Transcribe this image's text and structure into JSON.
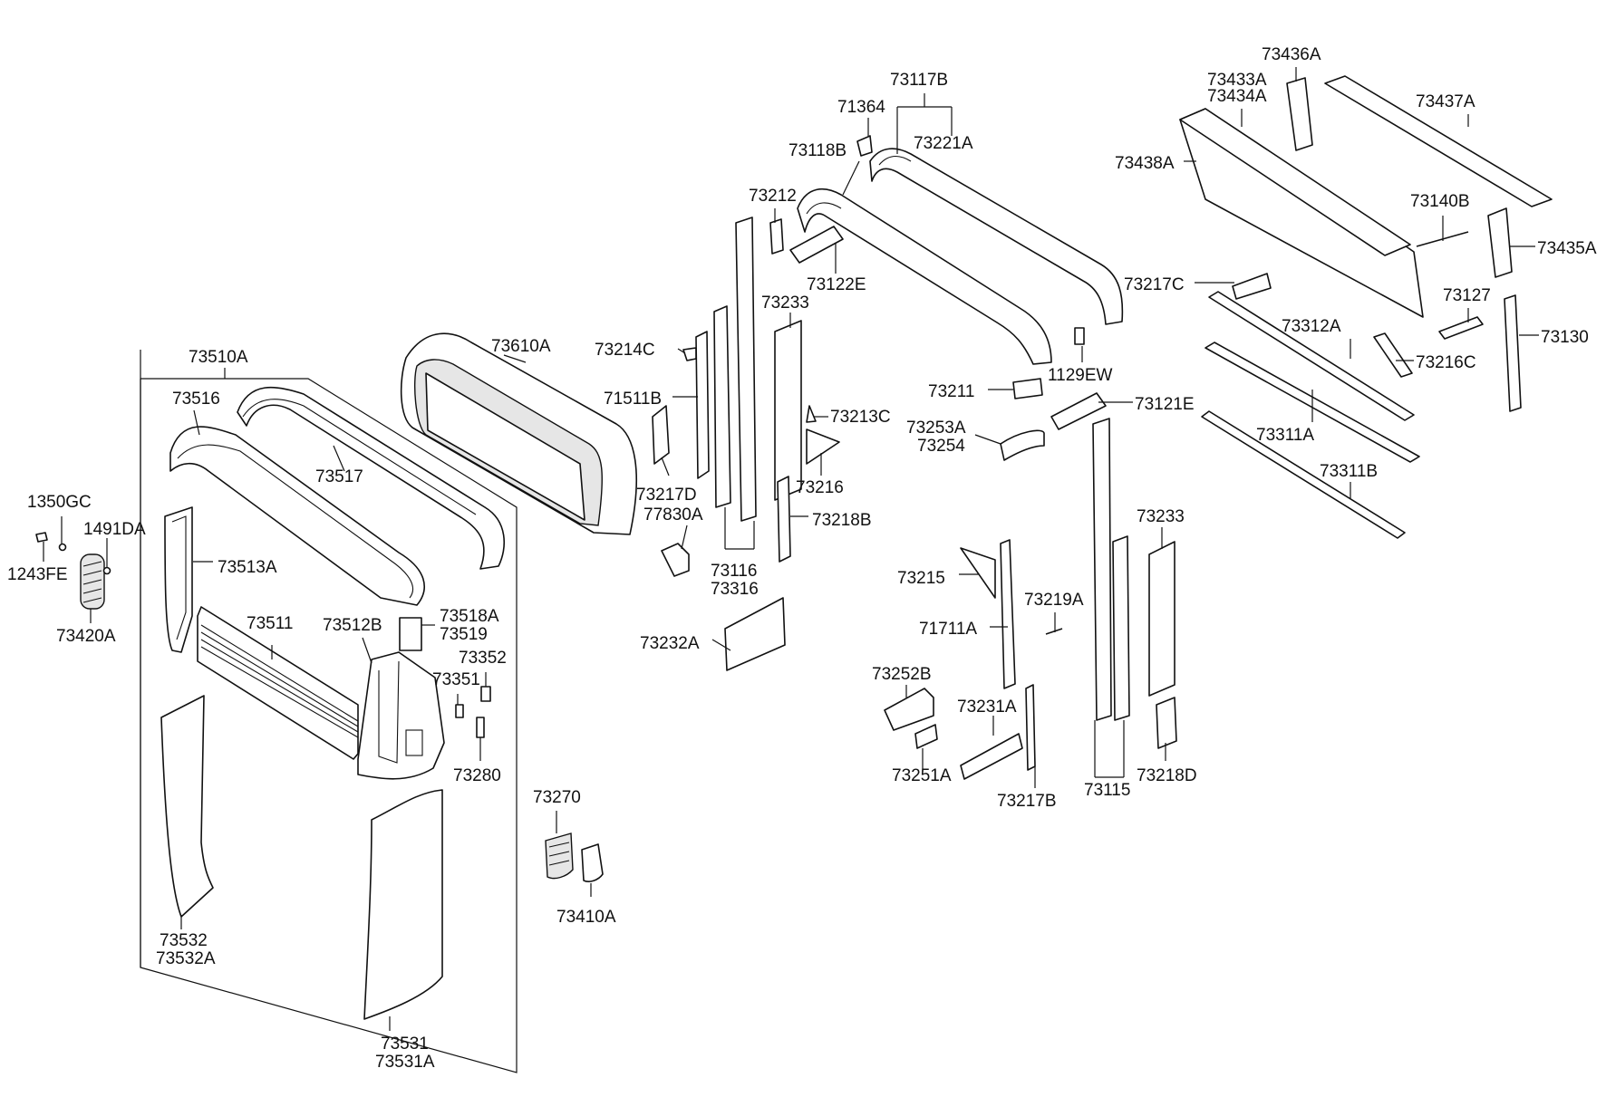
{
  "labels": {
    "p73510A": "73510A",
    "p73516": "73516",
    "p73517": "73517",
    "p73610A": "73610A",
    "p1350GC": "1350GC",
    "p1491DA": "1491DA",
    "p1243FE": "1243FE",
    "p73420A": "73420A",
    "p73513A": "73513A",
    "p73511": "73511",
    "p73512B": "73512B",
    "p73518A": "73518A",
    "p73519": "73519",
    "p73352": "73352",
    "p73351": "73351",
    "p73280": "73280",
    "p73532": "73532",
    "p73532A": "73532A",
    "p73531": "73531",
    "p73531A": "73531A",
    "p73270": "73270",
    "p73410A": "73410A",
    "p73214C": "73214C",
    "p71511B": "71511B",
    "p73217D": "73217D",
    "p77830A": "77830A",
    "p73116": "73116",
    "p73316": "73316",
    "p73232A": "73232A",
    "p73212": "73212",
    "p73233a": "73233",
    "p73213C": "73213C",
    "p73216": "73216",
    "p73218B": "73218B",
    "p73122E": "73122E",
    "p73118B": "73118B",
    "p71364": "71364",
    "p73117B": "73117B",
    "p73221A": "73221A",
    "p1129EW": "1129EW",
    "p73211": "73211",
    "p73253A": "73253A",
    "p73254": "73254",
    "p73121E": "73121E",
    "p73215": "73215",
    "p71711A": "71711A",
    "p73219A": "73219A",
    "p73252B": "73252B",
    "p73231A": "73231A",
    "p73251A": "73251A",
    "p73217B": "73217B",
    "p73115": "73115",
    "p73233b": "73233",
    "p73218D": "73218D",
    "p73436A": "73436A",
    "p73433A": "73433A",
    "p73434A": "73434A",
    "p73437A": "73437A",
    "p73438A": "73438A",
    "p73140B": "73140B",
    "p73435A": "73435A",
    "p73217C": "73217C",
    "p73127": "73127",
    "p73312A": "73312A",
    "p73216C": "73216C",
    "p73130": "73130",
    "p73311A": "73311A",
    "p73311B": "73311B"
  }
}
